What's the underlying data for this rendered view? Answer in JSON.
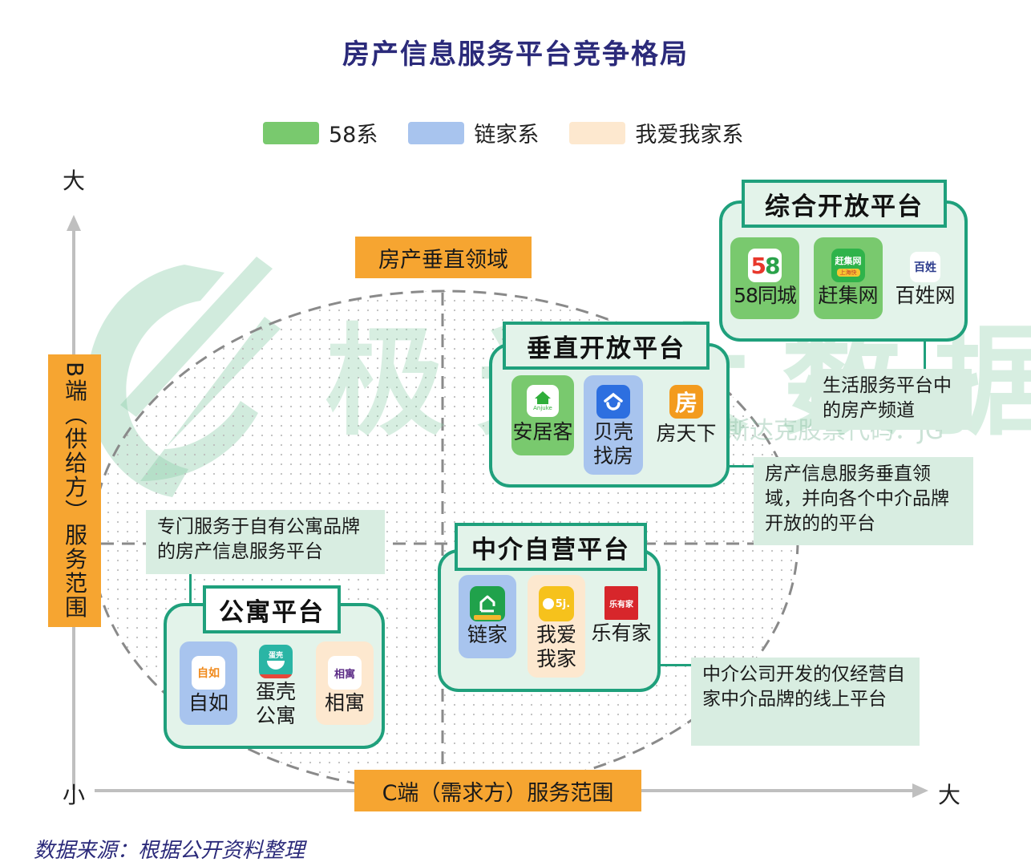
{
  "title": "房产信息服务平台竞争格局",
  "legend": [
    {
      "label": "58系",
      "color": "#79c96e"
    },
    {
      "label": "链家系",
      "color": "#a8c4ee"
    },
    {
      "label": "我爱我家系",
      "color": "#fde8cf"
    }
  ],
  "axes": {
    "y_label": "B端（供给方）服务范围",
    "y_high": "大",
    "x_label": "C端（需求方）服务范围",
    "x_low": "小",
    "x_high": "大"
  },
  "region_tag": "房产垂直领域",
  "watermark": {
    "brand": "极光大数据",
    "subtitle": "纳斯达克股票代码：JG"
  },
  "groups": {
    "comprehensive": {
      "title": "综合开放平台",
      "apps": [
        {
          "name": "58同城",
          "family": "58系",
          "icon": "58-logo-icon",
          "icon_text": "58"
        },
        {
          "name": "赶集网",
          "family": "58系",
          "icon": "ganji-logo-icon",
          "icon_text": "赶集网",
          "icon_sub": "上海快"
        },
        {
          "name": "百姓网",
          "family": "",
          "icon": "baixing-logo-icon",
          "icon_text": "百姓"
        }
      ],
      "note": "生活服务平台中的房产频道"
    },
    "vertical": {
      "title": "垂直开放平台",
      "apps": [
        {
          "name": "安居客",
          "family": "58系",
          "icon": "anjuke-logo-icon",
          "icon_text": "Anjuke"
        },
        {
          "name": "贝壳找房",
          "family": "链家系",
          "icon": "beike-logo-icon"
        },
        {
          "name": "房天下",
          "family": "",
          "icon": "fang-logo-icon",
          "icon_text": "房"
        }
      ],
      "note": "房产信息服务垂直领域，并向各个中介品牌开放的的平台"
    },
    "agency": {
      "title": "中介自营平台",
      "apps": [
        {
          "name": "链家",
          "family": "链家系",
          "icon": "lianjia-logo-icon"
        },
        {
          "name": "我爱我家",
          "family": "我爱我家系",
          "icon": "5i5j-logo-icon",
          "icon_text": "5j."
        },
        {
          "name": "乐有家",
          "family": "",
          "icon": "leyoujia-logo-icon",
          "icon_text": "乐有家"
        }
      ],
      "note": "中介公司开发的仅经营自家中介品牌的线上平台"
    },
    "apartment": {
      "title": "公寓平台",
      "apps": [
        {
          "name": "自如",
          "family": "链家系",
          "icon": "ziroom-logo-icon",
          "icon_text": "自如"
        },
        {
          "name": "蛋壳公寓",
          "family": "",
          "icon": "danke-logo-icon",
          "icon_text": "蛋壳"
        },
        {
          "name": "相寓",
          "family": "我爱我家系",
          "icon": "xiangyu-logo-icon",
          "icon_text": "相寓"
        }
      ],
      "note": "专门服务于自有公寓品牌的房产信息服务平台"
    }
  },
  "source": "数据来源：根据公开资料整理"
}
